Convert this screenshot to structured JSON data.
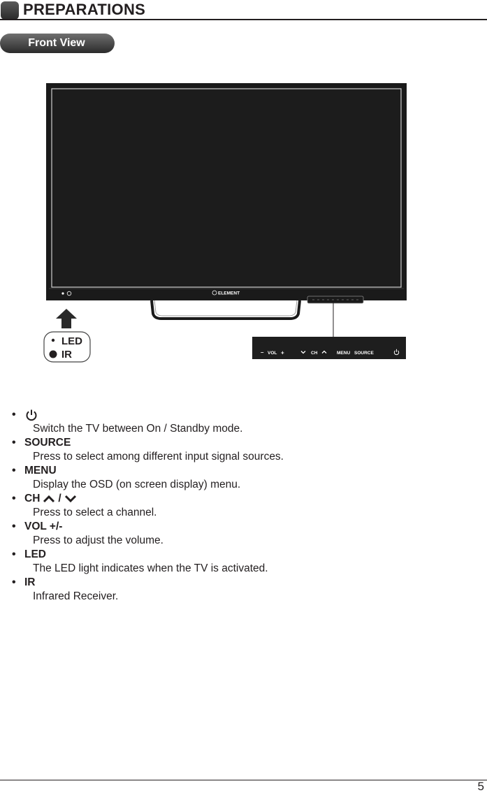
{
  "header": {
    "title": "PREPARATIONS"
  },
  "section": {
    "label": "Front View"
  },
  "figure": {
    "brand": "ELEMENT",
    "led_label": "LED",
    "ir_label": "IR",
    "panel": {
      "vol_minus": "–",
      "vol": "VOL",
      "vol_plus": "+",
      "ch": "CH",
      "menu": "MENU",
      "source": "SOURCE"
    }
  },
  "items": [
    {
      "icon": "power-icon",
      "term": "",
      "desc": "Switch the TV between On / Standby mode."
    },
    {
      "term": "SOURCE",
      "desc": "Press to select among different input signal sources."
    },
    {
      "term": "MENU",
      "desc": "Display the OSD (on screen display) menu."
    },
    {
      "term": "CH",
      "term_suffix": "/",
      "desc": "Press to select a channel."
    },
    {
      "term": "VOL +/-",
      "desc": "Press to adjust the volume."
    },
    {
      "term": "LED",
      "desc": "The LED light indicates when the TV is activated."
    },
    {
      "term": "IR",
      "desc": "Infrared Receiver."
    }
  ],
  "bullet": "•",
  "footer": {
    "page_number": "5"
  }
}
